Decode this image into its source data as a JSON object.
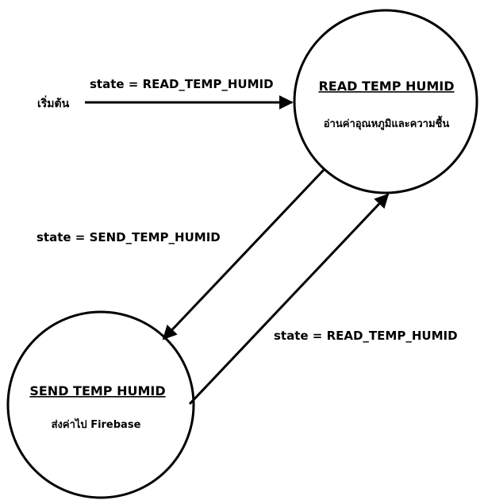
{
  "start_label": "เริ่มต้น",
  "states": {
    "read": {
      "title": "READ TEMP HUMID",
      "description": "อ่านค่าอุณหภูมิและความชื้น"
    },
    "send": {
      "title": "SEND TEMP HUMID",
      "description": "ส่งค่าไป Firebase"
    }
  },
  "transitions": {
    "start_to_read": "state = READ_TEMP_HUMID",
    "read_to_send": "state = SEND_TEMP_HUMID",
    "send_to_read": "state = READ_TEMP_HUMID"
  },
  "colors": {
    "stroke": "#000000",
    "background": "#ffffff"
  }
}
